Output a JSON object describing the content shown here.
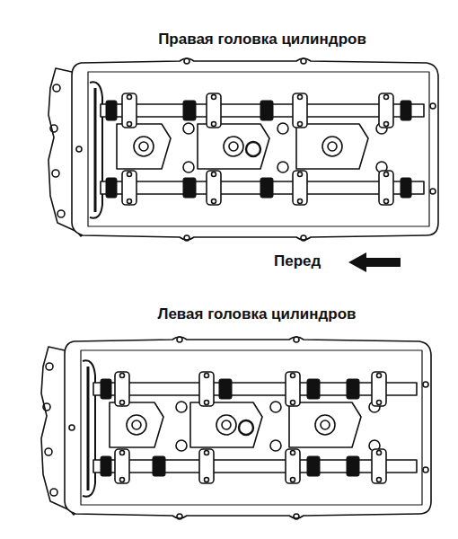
{
  "diagram": {
    "labels": [
      "Правая головка цилиндров",
      "Перед",
      "Левая головка цилиндров"
    ]
  }
}
